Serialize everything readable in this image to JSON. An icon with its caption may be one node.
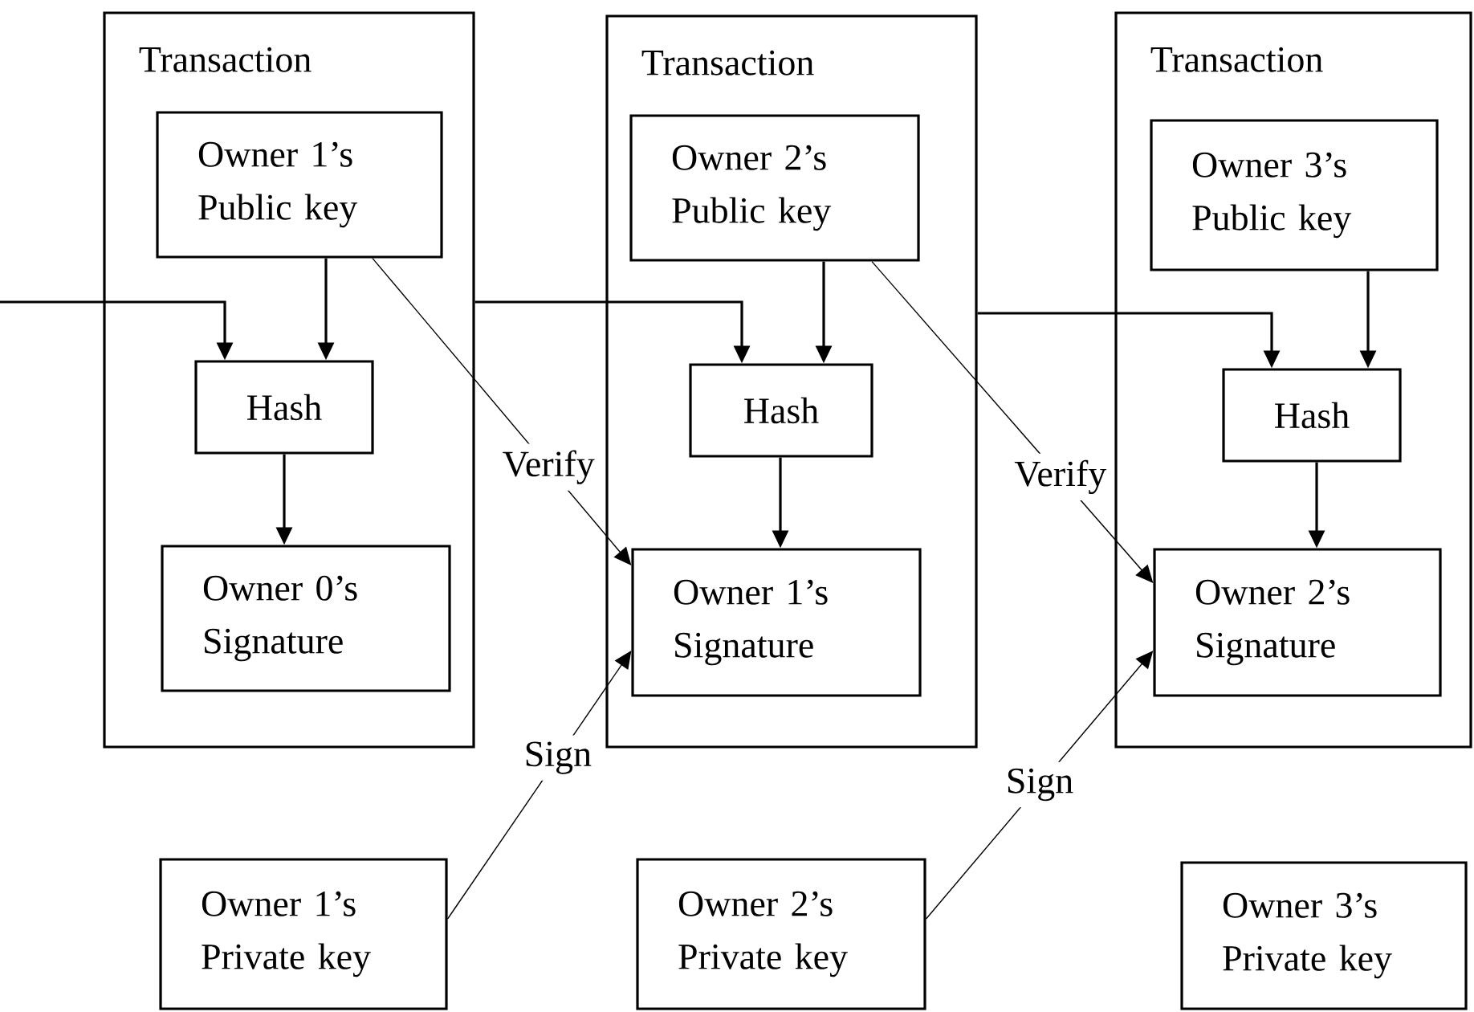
{
  "diagram": {
    "nodes": [
      {
        "text": [
          "Transaction"
        ]
      },
      {
        "text": [
          "Owner 1’s Public key"
        ],
        "in": 0
      },
      {
        "text": [
          "Hash"
        ],
        "in": 0
      },
      {
        "text": [
          "Owner 0’s Signature"
        ],
        "in": 0
      },
      {
        "text": [
          "Transaction"
        ]
      },
      {
        "text": [
          "Owner 2’s Public key"
        ],
        "in": 4
      },
      {
        "text": [
          "Hash"
        ],
        "in": 4
      },
      {
        "text": [
          "Owner 1’s Signature"
        ],
        "in": 4
      },
      {
        "text": [
          "Transaction"
        ]
      },
      {
        "text": [
          "Owner 3’s Public key"
        ],
        "in": 8
      },
      {
        "text": [
          "Hash"
        ],
        "in": 8
      },
      {
        "text": [
          "Owner 2’s Signature"
        ],
        "in": 8
      },
      {
        "text": [
          "Owner 1’s Private key"
        ]
      },
      {
        "text": [
          "Owner 2’s Private key"
        ]
      },
      {
        "text": [
          "Owner 3’s Private key"
        ]
      }
    ],
    "edges": [
      {
        "from": null,
        "to": 2,
        "arrow": "to"
      },
      {
        "from": 1,
        "to": 2,
        "arrow": "to"
      },
      {
        "from": 2,
        "to": 3,
        "arrow": "to"
      },
      {
        "from": 0,
        "to": 6,
        "arrow": "to"
      },
      {
        "from": 5,
        "to": 6,
        "arrow": "to"
      },
      {
        "from": 6,
        "to": 7,
        "arrow": "to"
      },
      {
        "from": 4,
        "to": 10,
        "arrow": "to"
      },
      {
        "from": 9,
        "to": 10,
        "arrow": "to"
      },
      {
        "from": 10,
        "to": 11,
        "arrow": "to"
      },
      {
        "from": 1,
        "to": 7,
        "arrow": "to",
        "label": "Verify"
      },
      {
        "from": 5,
        "to": 11,
        "arrow": "to",
        "label": "Verify"
      },
      {
        "from": 12,
        "to": 7,
        "arrow": "to",
        "label": "Sign"
      },
      {
        "from": 13,
        "to": 11,
        "arrow": "to",
        "label": "Sign"
      }
    ]
  }
}
